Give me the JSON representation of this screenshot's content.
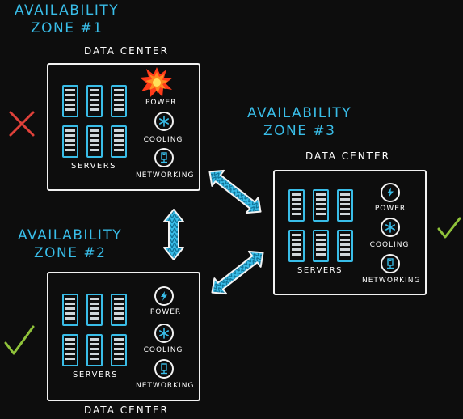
{
  "zones": [
    {
      "title_line1": "Availability",
      "title_line2": "Zone #1",
      "datacenter_label": "Data Center",
      "servers_label": "Servers",
      "power_label": "Power",
      "cooling_label": "Cooling",
      "networking_label": "Networking",
      "status": "failed",
      "power_icon": "explosion-icon",
      "status_icon": "red-x-icon"
    },
    {
      "title_line1": "Availability",
      "title_line2": "Zone #2",
      "datacenter_label": "Data Center",
      "servers_label": "Servers",
      "power_label": "Power",
      "cooling_label": "Cooling",
      "networking_label": "Networking",
      "status": "healthy",
      "power_icon": "lightning-icon",
      "status_icon": "green-check-icon"
    },
    {
      "title_line1": "Availability",
      "title_line2": "Zone #3",
      "datacenter_label": "Data Center",
      "servers_label": "Servers",
      "power_label": "Power",
      "cooling_label": "Cooling",
      "networking_label": "Networking",
      "status": "healthy",
      "power_icon": "lightning-icon",
      "status_icon": "green-check-icon"
    }
  ],
  "connections": [
    {
      "from": "Zone #1",
      "to": "Zone #2",
      "icon": "double-arrow-icon"
    },
    {
      "from": "Zone #1",
      "to": "Zone #3",
      "icon": "double-arrow-icon"
    },
    {
      "from": "Zone #2",
      "to": "Zone #3",
      "icon": "double-arrow-icon"
    }
  ],
  "colors": {
    "background": "#0d0d0d",
    "accent": "#39bde8",
    "fail": "#e0413a",
    "ok": "#8fc23a",
    "explosion": "#ff5a1f"
  }
}
